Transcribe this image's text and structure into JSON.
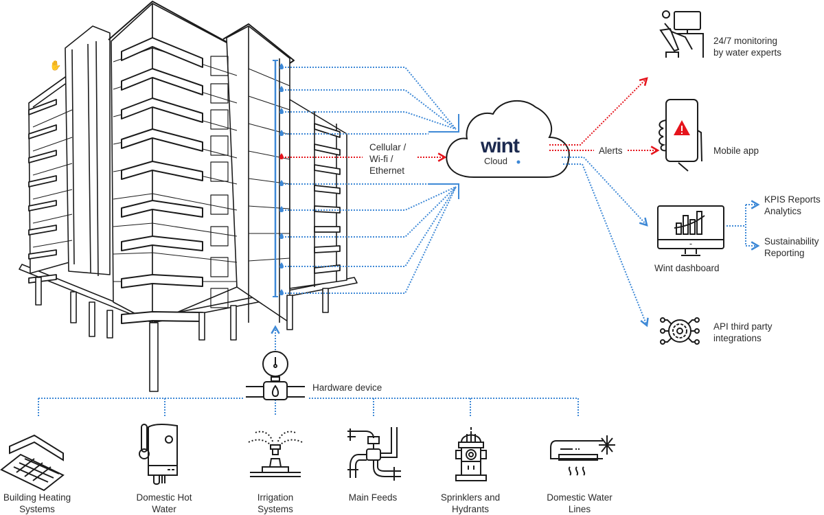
{
  "colors": {
    "line": "#1a1a1a",
    "network_blue": "#3d88d6",
    "alert_red": "#e5141c",
    "logo_navy": "#1c2a4f"
  },
  "cloud": {
    "logo": "wint",
    "subtitle": "Cloud"
  },
  "connection_label": [
    "Cellular /",
    "Wi-fi /",
    "Ethernet"
  ],
  "alerts_label": "Alerts",
  "hardware_label": "Hardware device",
  "outputs": {
    "monitoring": {
      "icon": "monitoring-expert-icon",
      "lines": [
        "24/7 monitoring",
        "by water experts"
      ]
    },
    "mobile": {
      "icon": "mobile-alert-icon",
      "label": "Mobile app"
    },
    "dashboard": {
      "icon": "dashboard-chart-icon",
      "label": "Wint dashboard",
      "sub": [
        {
          "lines": [
            "KPIS Reports",
            "Analytics"
          ]
        },
        {
          "lines": [
            "Sustainability",
            "Reporting"
          ]
        }
      ]
    },
    "api": {
      "icon": "api-gear-icon",
      "lines": [
        "API third party",
        "integrations"
      ]
    }
  },
  "systems": [
    {
      "icon": "floor-heating-icon",
      "lines": [
        "Building Heating",
        "Systems"
      ]
    },
    {
      "icon": "water-heater-icon",
      "lines": [
        "Domestic Hot",
        "Water"
      ]
    },
    {
      "icon": "sprinkler-icon",
      "lines": [
        "Irrigation",
        "Systems"
      ]
    },
    {
      "icon": "pipe-valve-icon",
      "lines": [
        "Main Feeds"
      ]
    },
    {
      "icon": "fire-hydrant-icon",
      "lines": [
        "Sprinklers and",
        "Hydrants"
      ]
    },
    {
      "icon": "air-conditioner-icon",
      "lines": [
        "Domestic Water",
        "Lines"
      ]
    }
  ],
  "sensors": {
    "count": 10,
    "alert_index": 4
  }
}
